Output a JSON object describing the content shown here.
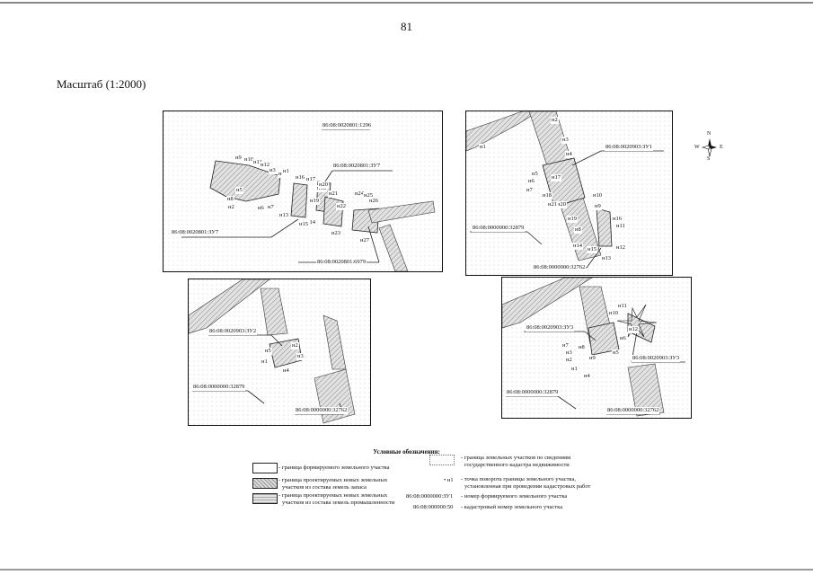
{
  "page": {
    "number": "81",
    "scale_caption": "Масштаб (1:2000)"
  },
  "panels": [
    {
      "labels": [
        "86:08:0020801:1296",
        "86:08:0020801:ЗУ7",
        "86:08:0020801:ЗУ7",
        "86:08:0020801:6979"
      ],
      "points": [
        "н9",
        "н10",
        "н11",
        "н12",
        "н3",
        "н4",
        "н5",
        "н6",
        "н7",
        "н8",
        "н1",
        "н2",
        "н13",
        "н14",
        "н15",
        "н16",
        "н17",
        "н18",
        "н19",
        "н20",
        "н21",
        "н22",
        "н23",
        "н24",
        "н25",
        "н26",
        "н27"
      ]
    },
    {
      "labels": [
        "86:08:0020903:ЗУ1",
        "86:08:0000000:32879",
        "86:08:0000000:32762"
      ],
      "points": [
        "н1",
        "н2",
        "н3",
        "н4",
        "н5",
        "н6",
        "н7",
        "н8",
        "н9",
        "н10",
        "н11",
        "н12",
        "н13",
        "н14",
        "н15",
        "н16",
        "н17",
        "н18",
        "н19",
        "н20",
        "н21"
      ]
    },
    {
      "labels": [
        "86:08:0020903:ЗУ2",
        "86:08:0000000:32879",
        "86:08:0000000:32762"
      ],
      "points": [
        "н1",
        "н2",
        "н3",
        "н4",
        "н5"
      ]
    },
    {
      "labels": [
        "86:08:0020903:ЗУ3",
        "86:08:0020903:ЗУ3",
        "86:08:0000000:32879",
        "86:08:0000000:32762"
      ],
      "points": [
        "н1",
        "н2",
        "н3",
        "н4",
        "н5",
        "н6",
        "н7",
        "н8",
        "н9",
        "н10",
        "н11",
        "н12"
      ]
    }
  ],
  "compass": {
    "n": "N",
    "s": "S",
    "w": "W",
    "e": "E"
  },
  "legend": {
    "title": "Условные обозначения:",
    "item_formed": "- граница формируемого земельного участка",
    "item_reserve_1": "- граница проектируемых новых земельных",
    "item_reserve_2": "участков из состава земель запаса",
    "item_industry_1": "- граница проектируемых новых земельных",
    "item_industry_2": "участков из состава земель промышленности",
    "item_gkn_1": "- граница земельных участков по сведениям",
    "item_gkn_2": "государственного кадастра недвижимости",
    "point_symbol": "• н1",
    "item_points_1": "- точка поворота границы земельного участка,",
    "item_points_2": "установленная при проведении кадастровых работ",
    "sample_formed_number": "86:08:0000000:ЗУ1",
    "item_formed_number": "- номер формируемого земельного участка",
    "sample_cadastral_number": "86:08:000000:50",
    "item_cadastral_number": "- кадастровый номер земельного участка"
  }
}
